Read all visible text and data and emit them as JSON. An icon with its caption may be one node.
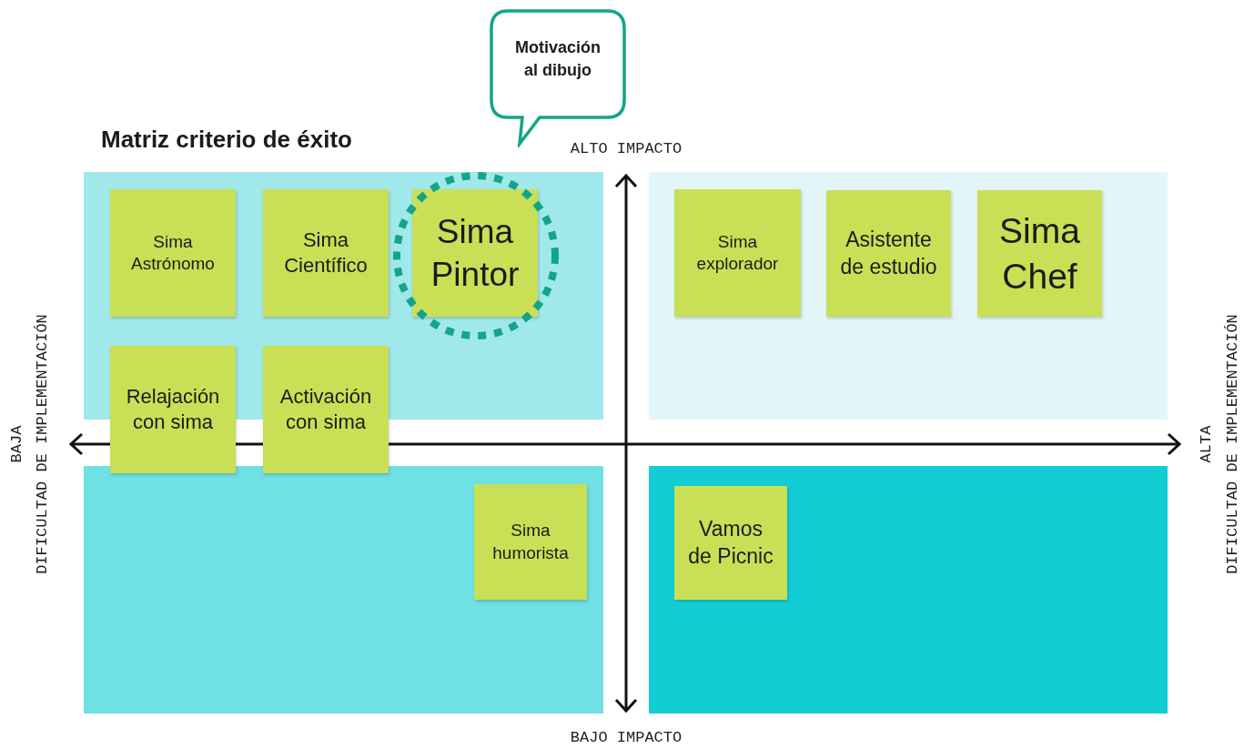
{
  "diagram": {
    "title": "Matriz criterio de éxito",
    "nodes": [
      {
        "text": [
          "Motivación al dibujo"
        ]
      },
      {
        "text": [],
        "shape": "box"
      },
      {
        "text": [
          "Sima Astrónomo"
        ],
        "in": 1
      },
      {
        "text": [
          "Sima Científico"
        ],
        "in": 1
      },
      {
        "text": [],
        "shape": "circle",
        "in": 1
      },
      {
        "text": [
          "Sima Pintor"
        ],
        "in": 4
      },
      {
        "text": [
          "Relajación con sima"
        ]
      },
      {
        "text": [
          "Activación con sima"
        ]
      },
      {
        "text": [],
        "shape": "box"
      },
      {
        "text": [
          "Sima explorador"
        ],
        "in": 8
      },
      {
        "text": [
          "Asistente de estudio"
        ],
        "in": 8
      },
      {
        "text": [
          "Sima Chef"
        ],
        "in": 8
      },
      {
        "text": [],
        "shape": "box"
      },
      {
        "text": [
          "Sima humorista"
        ],
        "in": 12
      },
      {
        "text": [],
        "shape": "box"
      },
      {
        "text": [
          "Vamos de Picnic"
        ],
        "in": 14
      }
    ],
    "labels": [
      "ALTO IMPACTO",
      "BAJA",
      "DIFICULTAD DE IMPLEMENTACIÓN",
      "ALTA",
      "DIFICULTAD DE IMPLEMENTACIÓN",
      "BAJO IMPACTO"
    ]
  }
}
